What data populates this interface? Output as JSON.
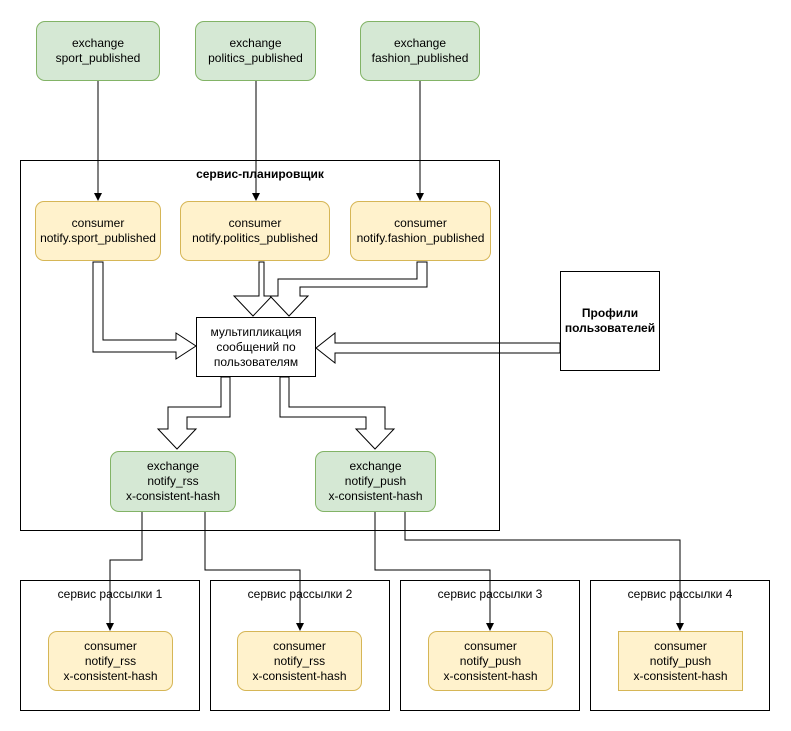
{
  "top_exchanges": [
    {
      "l1": "exchange",
      "l2": "sport_published"
    },
    {
      "l1": "exchange",
      "l2": "politics_published"
    },
    {
      "l1": "exchange",
      "l2": "fashion_published"
    }
  ],
  "scheduler": {
    "title": "сервис-планировщик",
    "consumers": [
      {
        "l1": "consumer",
        "l2": "notify.sport_published"
      },
      {
        "l1": "consumer",
        "l2": "notify.politics_published"
      },
      {
        "l1": "consumer",
        "l2": "notify.fashion_published"
      }
    ],
    "multiplier": {
      "l1": "мультипликация",
      "l2": "сообщений по",
      "l3": "пользователям"
    },
    "exchanges": [
      {
        "l1": "exchange",
        "l2": "notify_rss",
        "l3": "x-consistent-hash"
      },
      {
        "l1": "exchange",
        "l2": "notify_push",
        "l3": "x-consistent-hash"
      }
    ]
  },
  "profiles": {
    "l1": "Профили",
    "l2": "пользователей"
  },
  "mailing_services": [
    {
      "title": "сервис рассылки 1",
      "l1": "consumer",
      "l2": "notify_rss",
      "l3": "x-consistent-hash"
    },
    {
      "title": "сервис рассылки 2",
      "l1": "consumer",
      "l2": "notify_rss",
      "l3": "x-consistent-hash"
    },
    {
      "title": "сервис рассылки 3",
      "l1": "consumer",
      "l2": "notify_push",
      "l3": "x-consistent-hash"
    },
    {
      "title": "сервис рассылки 4",
      "l1": "consumer",
      "l2": "notify_push",
      "l3": "x-consistent-hash"
    }
  ],
  "colors": {
    "green_fill": "#d5e8d4",
    "green_stroke": "#82b366",
    "yellow_fill": "#fff2cc",
    "yellow_stroke": "#d6b656",
    "line": "#000000"
  }
}
